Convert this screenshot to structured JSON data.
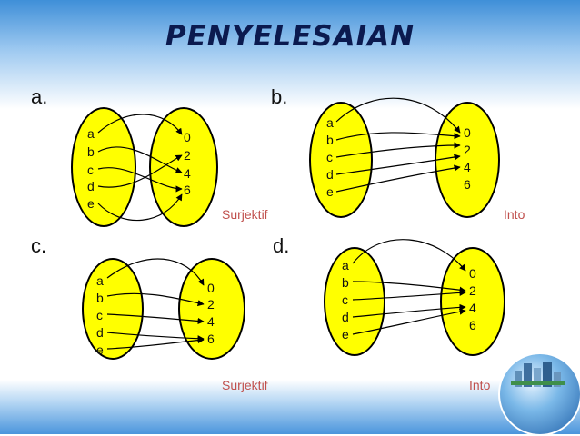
{
  "title": "PENYELESAIAN",
  "parts": {
    "a": {
      "label": "a.",
      "domain": [
        "a",
        "b",
        "c",
        "d",
        "e"
      ],
      "codomain": [
        "0",
        "2",
        "4",
        "6"
      ],
      "kind": "Surjektif"
    },
    "b": {
      "label": "b.",
      "domain": [
        "a",
        "b",
        "c",
        "d",
        "e"
      ],
      "codomain": [
        "0",
        "2",
        "4",
        "6"
      ],
      "kind": "Into"
    },
    "c": {
      "label": "c.",
      "domain": [
        "a",
        "b",
        "c",
        "d",
        "e"
      ],
      "codomain": [
        "0",
        "2",
        "4",
        "6"
      ],
      "kind": "Surjektif"
    },
    "d": {
      "label": "d.",
      "domain": [
        "a",
        "b",
        "c",
        "d",
        "e"
      ],
      "codomain": [
        "0",
        "2",
        "4",
        "6"
      ],
      "kind": "Into"
    }
  },
  "colors": {
    "oval": "#ffff00",
    "kind_text": "#c0504d",
    "title": "#0b1a4f"
  }
}
